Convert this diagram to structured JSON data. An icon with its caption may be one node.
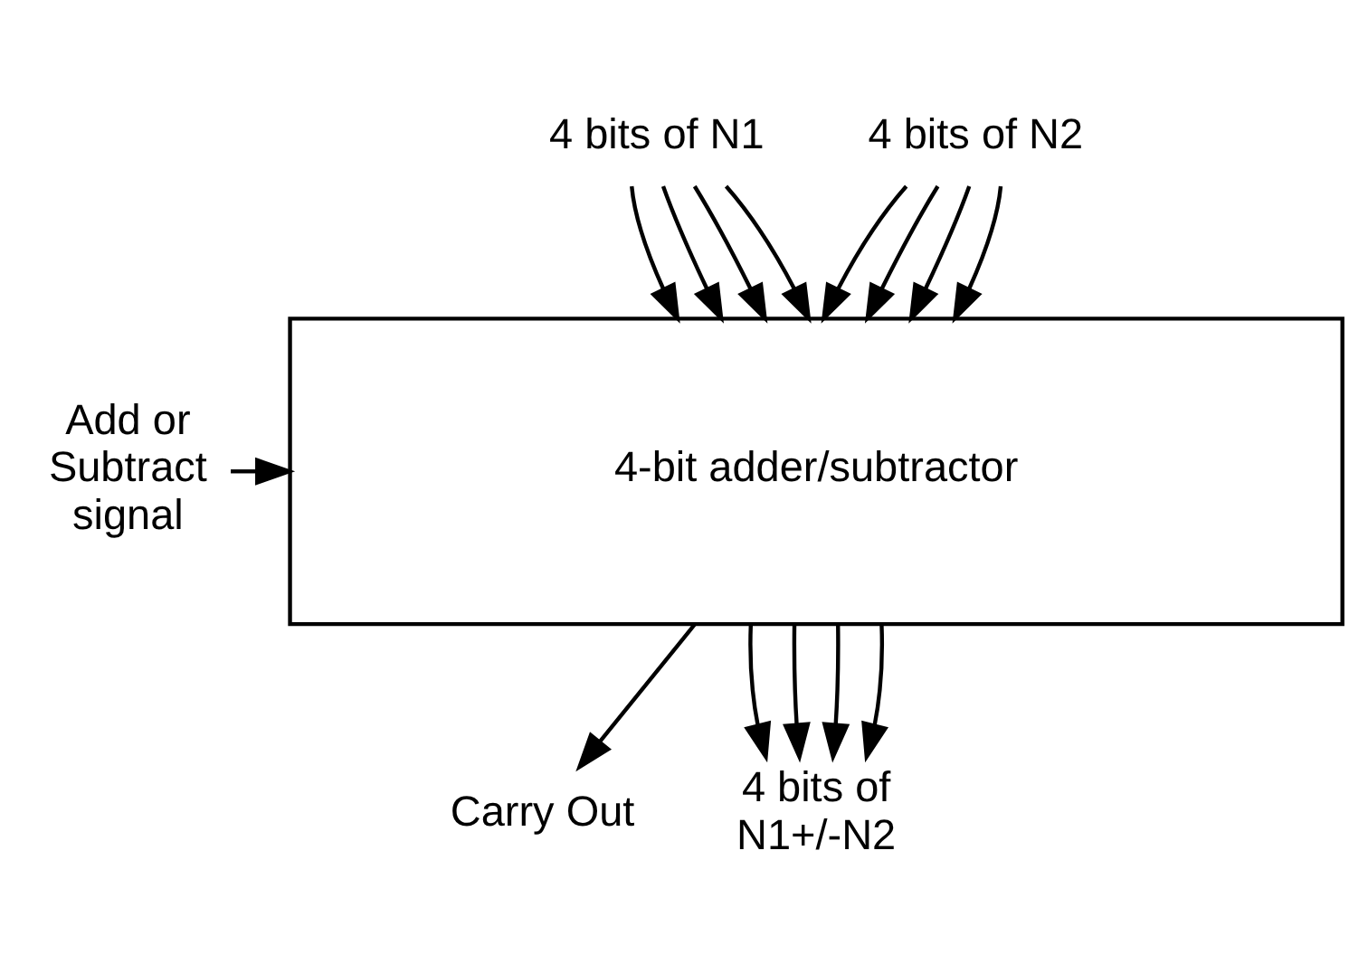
{
  "diagram": {
    "nodes": [
      {
        "text": [
          "4 bits of N1"
        ]
      },
      {
        "text": [
          "4 bits of N2"
        ]
      },
      {
        "text": [
          "Add or Subtract signal"
        ]
      },
      {
        "text": [
          "4-bit adder/subtractor"
        ]
      },
      {
        "text": [
          "Carry Out"
        ]
      },
      {
        "text": [
          "4 bits of N1+/-N2"
        ]
      }
    ],
    "edges": [
      {
        "from": 0,
        "to": 3,
        "arrow": "to"
      },
      {
        "from": 0,
        "to": 3,
        "arrow": "to"
      },
      {
        "from": 0,
        "to": 3,
        "arrow": "to"
      },
      {
        "from": 0,
        "to": 3,
        "arrow": "to"
      },
      {
        "from": 1,
        "to": 3,
        "arrow": "to"
      },
      {
        "from": 1,
        "to": 3,
        "arrow": "to"
      },
      {
        "from": 1,
        "to": 3,
        "arrow": "to"
      },
      {
        "from": 1,
        "to": 3,
        "arrow": "to"
      },
      {
        "from": 2,
        "to": 3,
        "arrow": "to"
      },
      {
        "from": 3,
        "to": 4,
        "arrow": "to"
      },
      {
        "from": 3,
        "to": 5,
        "arrow": "to"
      },
      {
        "from": 3,
        "to": 5,
        "arrow": "to"
      },
      {
        "from": 3,
        "to": 5,
        "arrow": "to"
      },
      {
        "from": 3,
        "to": 5,
        "arrow": "to"
      }
    ]
  }
}
